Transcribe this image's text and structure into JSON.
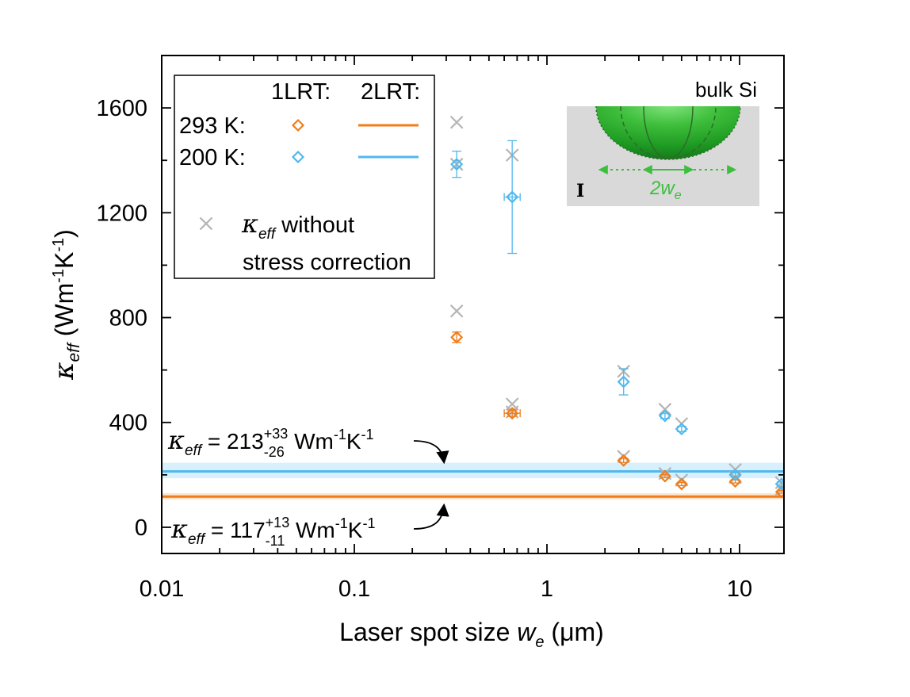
{
  "chart_data": {
    "type": "scatter",
    "xscale": "log",
    "xlim": [
      0.01,
      17
    ],
    "ylim": [
      -100,
      1800
    ],
    "xlabel": "Laser spot size w_e (μm)",
    "ylabel": "κ_eff (Wm⁻¹K⁻¹)",
    "xticks": [
      0.01,
      0.1,
      1,
      10
    ],
    "xtick_labels": [
      "0.01",
      "0.1",
      "1",
      "10"
    ],
    "yticks": [
      0,
      400,
      800,
      1200,
      1600
    ],
    "ytick_labels": [
      "0",
      "400",
      "800",
      "1200",
      "1600"
    ],
    "legend": {
      "position": "top-left",
      "col1_header": "1LRT:",
      "col2_header": "2LRT:",
      "rows": [
        {
          "label": "293 K:",
          "color": "#f07d1a"
        },
        {
          "label": "200 K:",
          "color": "#4fb8ee"
        }
      ],
      "cross_label_line1": "without",
      "cross_label_line2": "stress correction",
      "cross_symbol": "κ",
      "cross_symbol_sub": "eff"
    },
    "series": [
      {
        "name": "293 K 1LRT",
        "marker": "diamond",
        "color": "#f07d1a",
        "x": [
          0.34,
          0.66,
          2.5,
          4.1,
          5.0,
          9.5,
          16.5
        ],
        "y": [
          725,
          435,
          255,
          195,
          165,
          175,
          135
        ],
        "yerr": [
          20,
          12,
          8,
          6,
          6,
          6,
          5
        ],
        "xerr_factor": [
          1.0,
          1.1,
          1.0,
          1.0,
          1.0,
          1.0,
          1.0
        ]
      },
      {
        "name": "200 K 1LRT",
        "marker": "diamond",
        "color": "#4fb8ee",
        "x": [
          0.34,
          0.66,
          2.5,
          4.1,
          5.0,
          9.5,
          16.5
        ],
        "y": [
          1385,
          1260,
          555,
          425,
          375,
          200,
          165
        ],
        "yerr": [
          50,
          215,
          50,
          10,
          10,
          8,
          8
        ],
        "xerr_factor": [
          1.0,
          1.1,
          1.0,
          1.0,
          1.0,
          1.0,
          1.0
        ]
      },
      {
        "name": "κ_eff without stress correction",
        "marker": "cross",
        "color": "#b4b4b4",
        "x": [
          0.34,
          0.34,
          0.34,
          0.66,
          0.66,
          0.66,
          2.5,
          2.5,
          4.1,
          4.1,
          5.0,
          5.0,
          9.5,
          9.5,
          16.5,
          16.5
        ],
        "y": [
          1545,
          1385,
          825,
          1420,
          470,
          440,
          595,
          270,
          450,
          205,
          395,
          180,
          220,
          190,
          170,
          145
        ]
      }
    ],
    "hlines": [
      {
        "name": "200 K 2LRT",
        "y": 213,
        "band": [
          187,
          246
        ],
        "color": "#4fb8ee",
        "band_color": "#d7f0fc"
      },
      {
        "name": "293 K 2LRT",
        "y": 117,
        "band": [
          106,
          130
        ],
        "color": "#f07d1a",
        "band_color": "#fde5cc"
      }
    ],
    "annotations": [
      {
        "sym": "κ",
        "sub": "eff",
        "eq": " = 213",
        "sup": "+33",
        "low": "-26",
        "unit": "Wm",
        "unit_sup1": "-1",
        "unit_k": "K",
        "unit_sup2": "-1",
        "arrow_to_y": 213
      },
      {
        "sym": "κ",
        "sub": "eff",
        "eq": " = 117",
        "sup": "+13",
        "low": "-11",
        "unit": "Wm",
        "unit_sup1": "-1",
        "unit_k": "K",
        "unit_sup2": "-1",
        "arrow_to_y": 117
      }
    ],
    "inset": {
      "title": "bulk Si",
      "roman_label": "I",
      "dimension_label": "2w",
      "dimension_sub": "e"
    }
  }
}
